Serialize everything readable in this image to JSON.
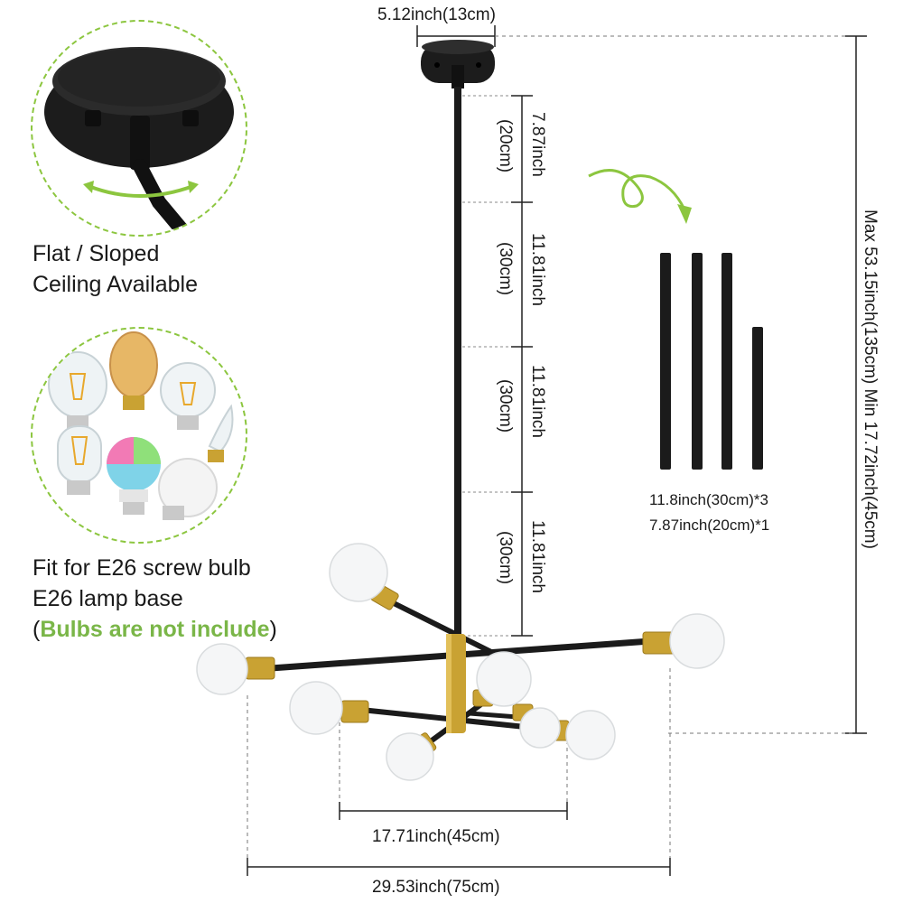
{
  "features": {
    "mount": {
      "line1": "Flat / Sloped",
      "line2": "Ceiling Available",
      "icon": "ceiling-canopy-icon"
    },
    "bulbs": {
      "line1": "Fit for E26 screw bulb",
      "line2": "E26 lamp base",
      "note_open": "(",
      "note": "Bulbs are not include",
      "note_close": ")",
      "icon": "bulb-assortment-icon"
    }
  },
  "dimensions": {
    "canopy_width": "5.12inch(13cm)",
    "rod_1_in": "7.87inch",
    "rod_1_cm": "(20cm)",
    "rod_2_in": "11.81inch",
    "rod_2_cm": "(30cm)",
    "rod_3_in": "11.81inch",
    "rod_3_cm": "(30cm)",
    "rod_4_in": "11.81inch",
    "rod_4_cm": "(30cm)",
    "height_range": "Max 53.15inch(135cm)  Min 17.72inch(45cm)",
    "inner_width": "17.71inch(45cm)",
    "outer_width": "29.53inch(75cm)"
  },
  "rods": {
    "line1": "11.8inch(30cm)*3",
    "line2": "7.87inch(20cm)*1",
    "counts": {
      "long": 3,
      "short": 1
    }
  },
  "colors": {
    "accent_green": "#8cc63f",
    "note_green": "#7ab648",
    "fixture_black": "#1b1b1b",
    "brass": "#c9a233"
  }
}
